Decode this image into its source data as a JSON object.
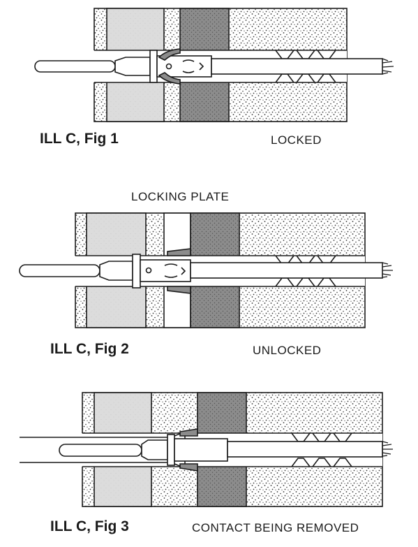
{
  "figures": [
    {
      "label": "ILL C, Fig 1",
      "state": "LOCKED"
    },
    {
      "label": "ILL C, Fig 2",
      "state": "UNLOCKED"
    },
    {
      "label": "ILL C, Fig 3",
      "state": "CONTACT BEING REMOVED"
    }
  ],
  "annotations": {
    "locking_plate": "LOCKING PLATE"
  },
  "colors": {
    "ink": "#1a1a1a",
    "light_block": "#dcdcdc",
    "dark_block": "#8c8c8c",
    "paper": "#ffffff"
  }
}
